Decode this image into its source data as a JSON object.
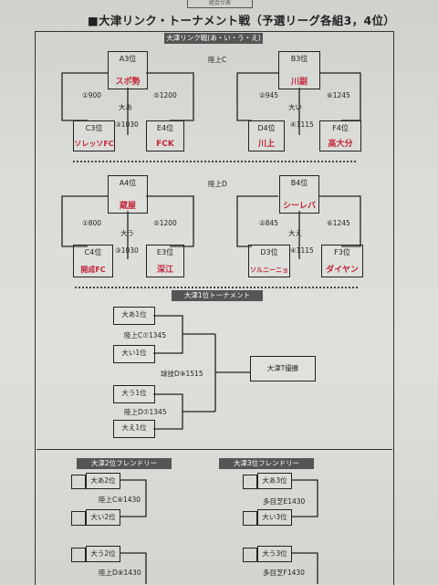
{
  "title": "■大津リンク・トーナメント戦（予選リーグ各組3，4位）",
  "top_hint": "組合せ表",
  "link": {
    "header": "大津リンク戦(あ・い・う・え)",
    "upper": {
      "center_venue": "陸上C",
      "left": {
        "top": {
          "pos": "A3位",
          "name": "スポ勢"
        },
        "bl": {
          "pos": "C3位",
          "name": "ソレッソFC"
        },
        "br": {
          "pos": "E4位",
          "name": "FCK"
        },
        "group": "大あ",
        "m1": "①900",
        "m3": "③1030",
        "m5": "⑤1200"
      },
      "right": {
        "top": {
          "pos": "B3位",
          "name": "川副"
        },
        "bl": {
          "pos": "D4位",
          "name": "川上"
        },
        "br": {
          "pos": "F4位",
          "name": "高大分"
        },
        "group": "大い",
        "m2": "②945",
        "m4": "④1115",
        "m6": "⑥1245"
      }
    },
    "lower": {
      "center_venue": "陸上D",
      "left": {
        "top": {
          "pos": "A4位",
          "name": "蔵屋"
        },
        "bl": {
          "pos": "C4位",
          "name": "開成FC"
        },
        "br": {
          "pos": "E3位",
          "name": "深江"
        },
        "group": "大う",
        "m1": "①800",
        "m3": "③1030",
        "m5": "⑤1200"
      },
      "right": {
        "top": {
          "pos": "B4位",
          "name": "シーレバ"
        },
        "bl": {
          "pos": "D3位",
          "name": "ソルニーニョ"
        },
        "br": {
          "pos": "F3位",
          "name": "ダイヤン"
        },
        "group": "大え",
        "m2": "②845",
        "m4": "④1115",
        "m6": "⑥1245"
      }
    }
  },
  "first_tourney": {
    "header": "大津1位トーナメント",
    "a1": "大あ1位",
    "i1": "大い1位",
    "u1": "大う1位",
    "e1": "大え1位",
    "semi1": "陸上C⑦1345",
    "semi2": "陸上D⑦1345",
    "final": "球技D⑨1515",
    "champion": "大津T優勝"
  },
  "friendly2": {
    "header": "大津2位フレンドリー",
    "a": "大あ2位",
    "i": "大い2位",
    "u": "大う2位",
    "m1": "陸上C⑧1430",
    "m2": "陸上D⑧1430"
  },
  "friendly3": {
    "header": "大津3位フレンドリー",
    "a": "大あ3位",
    "i": "大い3位",
    "u": "大う3位",
    "m1": "多目芝E1430",
    "m2": "多目芝F1430"
  }
}
